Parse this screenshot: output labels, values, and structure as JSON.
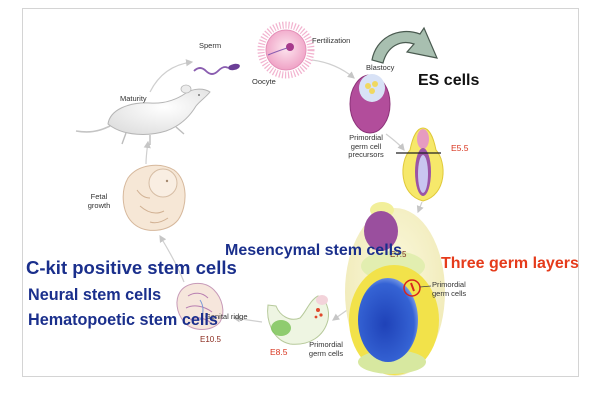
{
  "figure": {
    "labels": {
      "sperm": "Sperm",
      "fertilization": "Fertilization",
      "oocyte": "Oocyte",
      "blastocyst": "Blastocy",
      "es_cells": "ES cells",
      "maturity": "Maturity",
      "pgc_precursors": [
        "Primordial",
        "germ cell",
        "precursors"
      ],
      "fetal_growth": [
        "Fetal",
        "growth"
      ],
      "genital_ridge": "Genital ridge",
      "pgc_e75": [
        "Primordial",
        "germ cells"
      ],
      "pgc_e85": [
        "Primordial",
        "germ cells"
      ]
    },
    "stages": {
      "e5_5": "E5.5",
      "e7_5": "E7.5",
      "e8_5": "E8.5",
      "e10_5": "E10.5"
    },
    "stem_cells": {
      "mesenchymal": "Mesencymal stem cells",
      "c_kit": "C-kit positive stem cells",
      "neural": "Neural stem cells",
      "hematopoietic": "Hematopoetic stem cells"
    },
    "germ_layers": "Three germ layers"
  },
  "colors": {
    "stem_cell_text": "#1a2f8c",
    "germ_layers_text": "#e53b1b",
    "stage_text": "#d8341e",
    "es_cells_text": "#111111"
  }
}
